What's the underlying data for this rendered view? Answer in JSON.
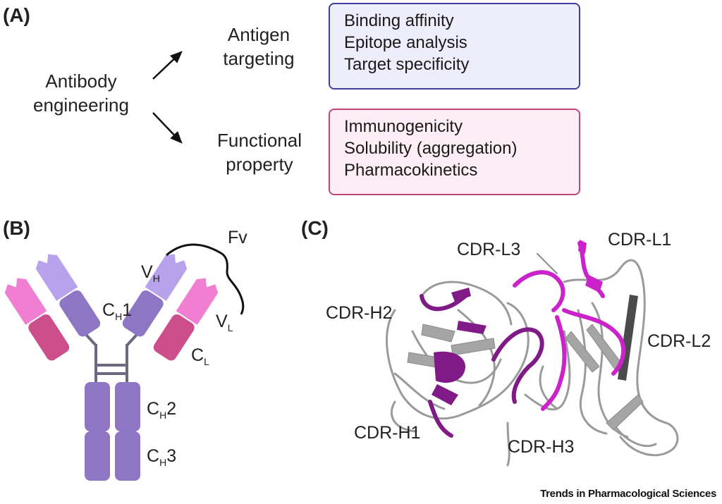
{
  "panelA": {
    "label": "(A)",
    "root": [
      "Antibody",
      "engineering"
    ],
    "branch1": [
      "Antigen",
      "targeting"
    ],
    "branch2": [
      "Functional",
      "property"
    ],
    "box1_items": [
      "Binding affinity",
      "Epitope analysis",
      "Target specificity"
    ],
    "box2_items": [
      "Immunogenicity",
      "Solubility (aggregation)",
      "Pharmacokinetics"
    ],
    "colors": {
      "box1_border": "#3e3f9d",
      "box1_fill": "#eeedfb",
      "box2_border": "#c0457c",
      "box2_fill": "#fdeef6"
    }
  },
  "panelB": {
    "label": "(B)",
    "fv": "Fv",
    "vh": {
      "main": "V",
      "sub": "H"
    },
    "vl": {
      "main": "V",
      "sub": "L"
    },
    "ch1": {
      "main": "C",
      "sub": "H",
      "suffix": "1"
    },
    "cl": {
      "main": "C",
      "sub": "L"
    },
    "ch2": {
      "main": "C",
      "sub": "H",
      "suffix": "2"
    },
    "ch3": {
      "main": "C",
      "sub": "H",
      "suffix": "3"
    },
    "colors": {
      "heavy_dark": "#8e76c4",
      "heavy_light": "#b9a2ec",
      "light_dark": "#cc4f8c",
      "light_pink": "#f17fd1",
      "hinge": "#6c6a80"
    }
  },
  "panelC": {
    "label": "(C)",
    "cdr_labels": [
      "CDR-L3",
      "CDR-L1",
      "CDR-H2",
      "CDR-L2",
      "CDR-H1",
      "CDR-H3"
    ],
    "colors": {
      "cdr_heavy": "#7f1a86",
      "cdr_light": "#cc22cc",
      "framework": "#9a9a9a"
    }
  },
  "footer": "Trends in Pharmacological Sciences"
}
